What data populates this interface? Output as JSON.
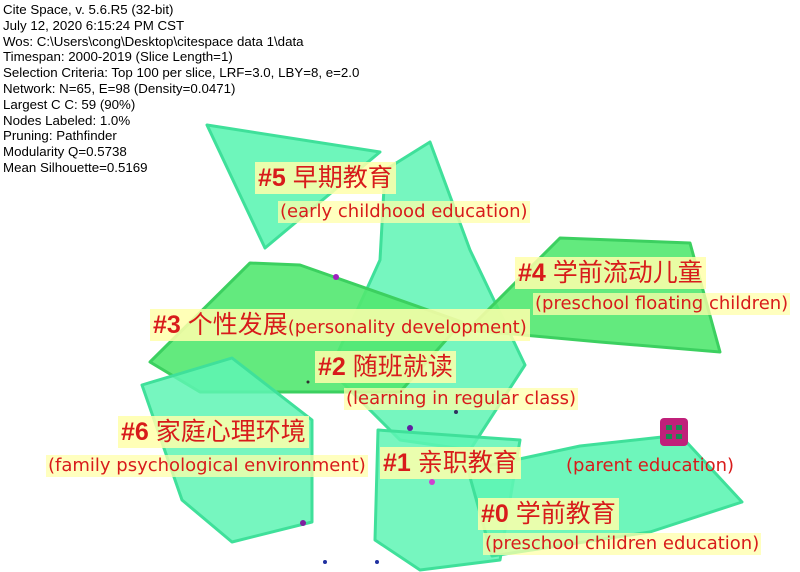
{
  "info": [
    "Cite Space, v. 5.6.R5 (32-bit)",
    "July 12, 2020 6:15:24 PM CST",
    "Wos: C:\\Users\\cong\\Desktop\\citespace data 1\\data",
    "Timespan: 2000-2019 (Slice Length=1)",
    "Selection Criteria: Top 100 per slice, LRF=3.0, LBY=8, e=2.0",
    "Network: N=65, E=98 (Density=0.0471)",
    "Largest C C: 59 (90%)",
    "Nodes Labeled: 1.0%",
    "Pruning: Pathfinder",
    "Modularity Q=0.5738",
    "Mean Silhouette=0.5169"
  ],
  "clusters": [
    {
      "id": "#0",
      "zh": "学前教育",
      "en": "(preschool children education)"
    },
    {
      "id": "#1",
      "zh": "亲职教育",
      "en": "(parent education)"
    },
    {
      "id": "#2",
      "zh": "随班就读",
      "en": "(learning in regular class)"
    },
    {
      "id": "#3",
      "zh": "个性发展",
      "en": "(personality development)"
    },
    {
      "id": "#4",
      "zh": "学前流动儿童",
      "en": "(preschool floating children)"
    },
    {
      "id": "#5",
      "zh": "早期教育",
      "en": "(early childhood education)"
    },
    {
      "id": "#6",
      "zh": "家庭心理环境",
      "en": "(family psychological environment)"
    }
  ],
  "colors": {
    "label": "#d81b1b",
    "mint": "#5ef5b4",
    "green": "#52e870",
    "label_bg": "#ffffaa"
  }
}
